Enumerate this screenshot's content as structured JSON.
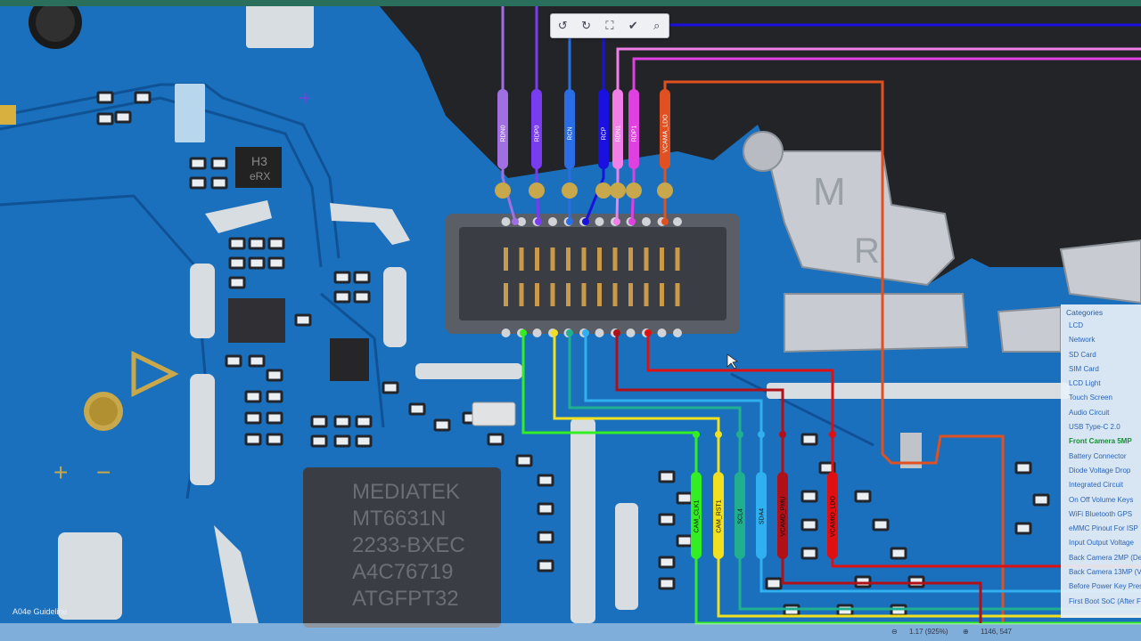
{
  "toolbar": {
    "buttons": [
      {
        "name": "rotate-left-icon",
        "glyph": "↺"
      },
      {
        "name": "rotate-right-icon",
        "glyph": "↻"
      },
      {
        "name": "fit-screen-icon",
        "glyph": "⛶"
      },
      {
        "name": "checkmark-icon",
        "glyph": "✔"
      },
      {
        "name": "search-icon",
        "glyph": "⌕"
      }
    ]
  },
  "signals": {
    "top": [
      "RDN0",
      "RDP0",
      "RCN",
      "RCP",
      "RDN1",
      "RDP1",
      "VCAMA_LDO"
    ],
    "bottom": [
      "CAM_CLK1",
      "CAM_RST1",
      "SCL4",
      "SDA4",
      "VCAMD_PMU",
      "VCAMIO_LDO"
    ]
  },
  "chip": {
    "text": [
      "MEDIATEK",
      "MT6631N",
      "2233-BXEC",
      "A4C76719",
      "ATGFPT32"
    ]
  },
  "small_chip": {
    "text": [
      "H3",
      "eRX"
    ]
  },
  "categories": {
    "title": "Categories",
    "items": [
      "LCD",
      "Network",
      "SD Card",
      "SIM Card",
      "LCD Light",
      "Touch Screen",
      "Audio Circuit",
      "USB Type-C 2.0",
      "Front Camera 5MP",
      "Battery Connector",
      "Diode Voltage Drop",
      "Integrated Circuit",
      "On Off Volume Keys",
      "WiFi Bluetooth GPS",
      "eMMC Pinout For ISP",
      "Input Output Voltage",
      "Back Camera 2MP (De",
      "Back Camera 13MP (V",
      "Before Power Key Pres",
      "First Boot SoC (After F"
    ],
    "active_index": 8
  },
  "status": {
    "zoom": "1.17 (925%)",
    "coords": "1146, 547"
  },
  "watermark": "A04e Guideline",
  "colors": {
    "board": "#1a6fb8",
    "rdn0": "#a070e0",
    "rdp0": "#7a3cf0",
    "rcn": "#2a6ee6",
    "rcp": "#1a10e0",
    "rdn1": "#f080e8",
    "rdp1": "#e040e0",
    "vcama": "#e05020",
    "camclk": "#33ee22",
    "camrst": "#f0e020",
    "scl4": "#20b090",
    "sda4": "#30b0f0",
    "vcamd": "#b01018",
    "vcamio": "#e01010"
  }
}
